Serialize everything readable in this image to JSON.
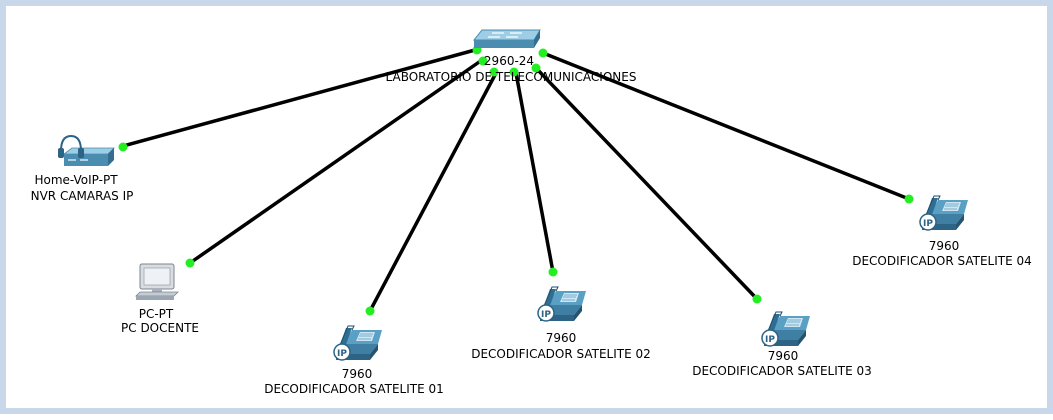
{
  "colors": {
    "link": "#000000",
    "port_up": "#22ee22",
    "device_body": "#4a8db0",
    "device_light": "#9ecde6"
  },
  "switch": {
    "model": "2960-24",
    "name": "LABORATORIO DE TELECOMUNICACIONES",
    "icon": "switch-icon"
  },
  "devices": {
    "voip": {
      "model": "Home-VoIP-PT",
      "name": "NVR CAMARAS IP",
      "icon": "home-voip-icon"
    },
    "pc": {
      "model": "PC-PT",
      "name": "PC DOCENTE",
      "icon": "pc-icon"
    },
    "phone1": {
      "model": "7960",
      "name": "DECODIFICADOR SATELITE 01",
      "icon": "ip-phone-icon"
    },
    "phone2": {
      "model": "7960",
      "name": "DECODIFICADOR SATELITE 02",
      "icon": "ip-phone-icon"
    },
    "phone3": {
      "model": "7960",
      "name": "DECODIFICADOR SATELITE 03",
      "icon": "ip-phone-icon"
    },
    "phone4": {
      "model": "7960",
      "name": "DECODIFICADOR SATELITE 04",
      "icon": "ip-phone-icon"
    }
  }
}
